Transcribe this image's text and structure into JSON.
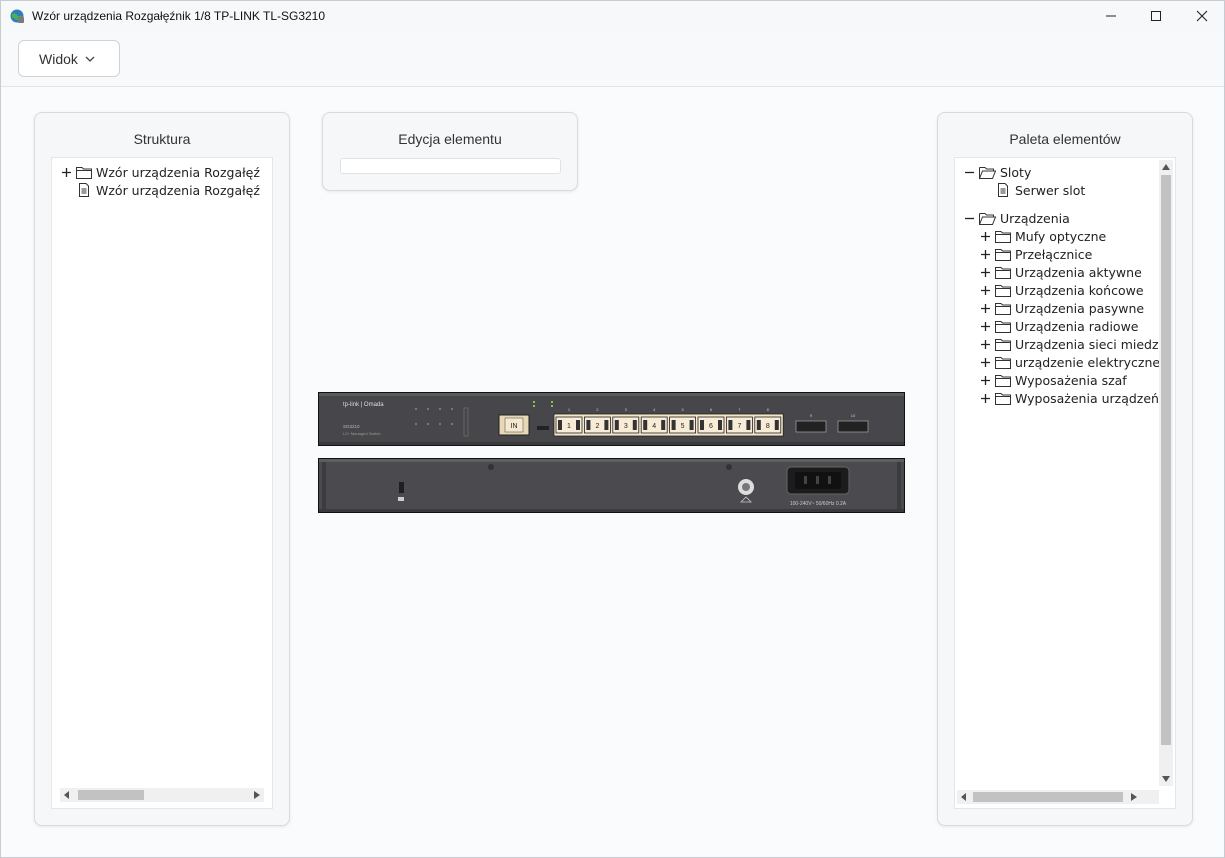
{
  "window": {
    "title": "Wzór urządzenia Rozgałęźnik 1/8 TP-LINK TL-SG3210"
  },
  "toolbar": {
    "view_label": "Widok"
  },
  "structure_panel": {
    "title": "Struktura",
    "items": [
      {
        "label": "Wzór urządzenia Rozgałęź",
        "icon": "folder-icon",
        "expandable": true
      },
      {
        "label": "Wzór urządzenia Rozgałęź",
        "icon": "document-icon",
        "expandable": false
      }
    ]
  },
  "edit_panel": {
    "title": "Edycja elementu",
    "value": ""
  },
  "device": {
    "front_labels": {
      "brand": "tp-link | Omada",
      "model": "SG3210",
      "subtitle": "L2+ Managed Switch",
      "in_port": "IN",
      "ports": [
        "1",
        "2",
        "3",
        "4",
        "5",
        "6",
        "7",
        "8"
      ],
      "sfp_ports": [
        "9",
        "10"
      ]
    },
    "back_labels": {
      "power_rating": "100-240V~ 50/60Hz 0.2A"
    }
  },
  "palette_panel": {
    "title": "Paleta elementów",
    "groups": [
      {
        "label": "Sloty",
        "expanded": true,
        "children": [
          {
            "label": "Serwer slot",
            "icon": "document-icon"
          }
        ]
      },
      {
        "label": "Urządzenia",
        "expanded": true,
        "children": [
          {
            "label": "Mufy optyczne",
            "icon": "folder-icon"
          },
          {
            "label": "Przełącznice",
            "icon": "folder-icon"
          },
          {
            "label": "Urządzenia aktywne",
            "icon": "folder-icon"
          },
          {
            "label": "Urządzenia końcowe",
            "icon": "folder-icon"
          },
          {
            "label": "Urządzenia pasywne",
            "icon": "folder-icon"
          },
          {
            "label": "Urządzenia radiowe",
            "icon": "folder-icon"
          },
          {
            "label": "Urządzenia sieci miedzi",
            "icon": "folder-icon"
          },
          {
            "label": "urządzenie elektryczne",
            "icon": "folder-icon"
          },
          {
            "label": "Wyposażenia szaf",
            "icon": "folder-icon"
          },
          {
            "label": "Wyposażenia urządzeń",
            "icon": "folder-icon"
          }
        ]
      }
    ]
  }
}
